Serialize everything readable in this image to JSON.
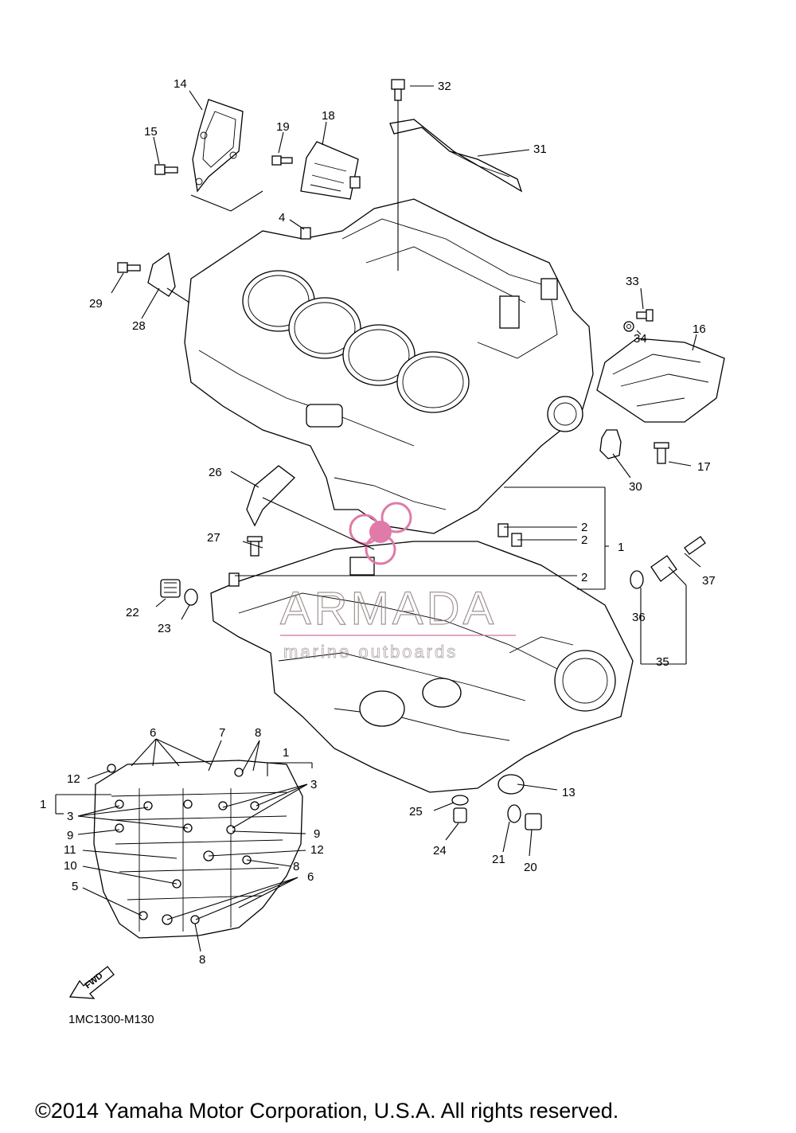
{
  "diagram": {
    "code": "1MC1300-M130",
    "copyright": "©2014 Yamaha Motor Corporation, U.S.A. All rights reserved.",
    "watermark": {
      "brand": "ARMADA",
      "tagline": "marine outboards",
      "color": "#e07aa8"
    },
    "fwd_label": "FWD",
    "callouts": {
      "c1": "1",
      "c2a": "2",
      "c2b": "2",
      "c2c": "2",
      "c4": "4",
      "c13": "13",
      "c14": "14",
      "c15": "15",
      "c16": "16",
      "c17": "17",
      "c18": "18",
      "c19": "19",
      "c20": "20",
      "c21": "21",
      "c22": "22",
      "c23": "23",
      "c24": "24",
      "c25": "25",
      "c26": "26",
      "c27": "27",
      "c28": "28",
      "c29": "29",
      "c30": "30",
      "c31": "31",
      "c32": "32",
      "c33": "33",
      "c34": "34",
      "c35": "35",
      "c36": "36",
      "c37": "37"
    },
    "inset_callouts": {
      "i6a": "6",
      "i7": "7",
      "i8a": "8",
      "i1a": "1",
      "i12a": "12",
      "i1b": "1",
      "i3a": "3",
      "i3b": "3",
      "i9a": "9",
      "i9b": "9",
      "i12b": "12",
      "i11": "11",
      "i10": "10",
      "i8b": "8",
      "i5": "5",
      "i6b": "6",
      "i8c": "8"
    }
  }
}
